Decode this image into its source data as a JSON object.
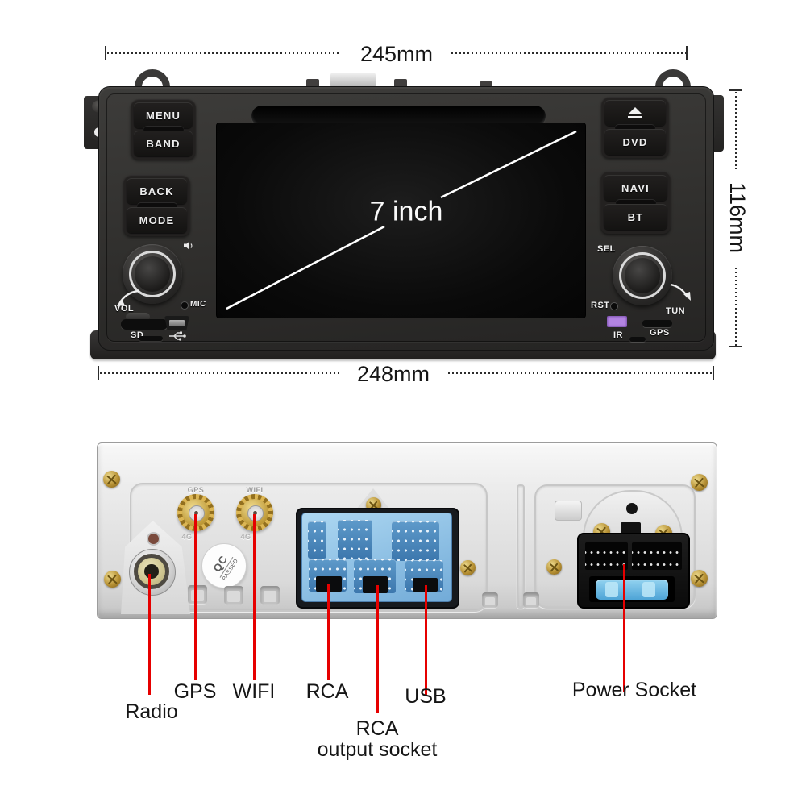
{
  "dimensions": {
    "top": "245mm",
    "bottom": "248mm",
    "side": "116mm",
    "screen_size": "7 inch"
  },
  "front_panel": {
    "buttons": {
      "menu": "MENU",
      "band": "BAND",
      "back": "BACK",
      "mode": "MODE",
      "dvd": "DVD",
      "navi": "NAVI",
      "bt": "BT"
    },
    "labels": {
      "vol": "VOL",
      "mic": "MIC",
      "sd": "SD",
      "sel": "SEL",
      "rst": "RST",
      "tun": "TUN",
      "ir": "IR",
      "gps": "GPS"
    }
  },
  "rear_panel": {
    "engravings": {
      "gps": "GPS",
      "wifi": "WIFI",
      "left_4g": "4G",
      "right_4g": "4G"
    },
    "qc_sticker": {
      "top": "QC",
      "bottom": "PASSED"
    }
  },
  "callouts": {
    "radio": "Radio",
    "gps": "GPS",
    "wifi": "WIFI",
    "rca": "RCA",
    "rca_output": {
      "line1": "RCA",
      "line2": "output socket"
    },
    "usb": "USB",
    "power_socket": "Power Socket"
  },
  "icons": {
    "eject": "eject-icon",
    "speaker": "speaker-icon",
    "usb_trident": "usb-icon",
    "vol_arrow": "counterclockwise-arrow-icon",
    "tun_arrow": "clockwise-arrow-icon"
  },
  "colors": {
    "annotation_red": "#e60000",
    "rca_blue": "#72abd8",
    "antenna_gold": "#c9a23a",
    "ir_purple": "#b384e2",
    "fuse_blue": "#5fb4e0",
    "screen_black": "#0a0a0a",
    "front_dark": "#2f2e2c",
    "rear_silver": "#e3e3e3"
  }
}
